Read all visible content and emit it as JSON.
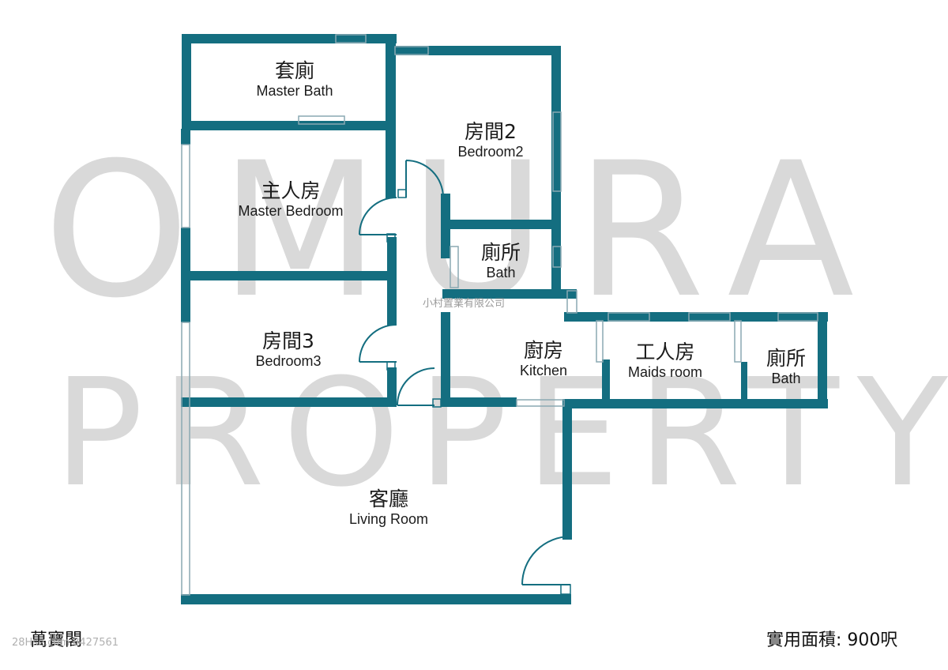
{
  "watermark": {
    "line1": "OMURA",
    "line2": "PROPERTY"
  },
  "company": "小村置業有限公司",
  "rooms": [
    {
      "id": "master-bath",
      "zh": "套廁",
      "en": "Master Bath"
    },
    {
      "id": "bedroom2",
      "zh": "房間2",
      "en": "Bedroom2"
    },
    {
      "id": "master-bedroom",
      "zh": "主人房",
      "en": "Master Bedroom"
    },
    {
      "id": "bath",
      "zh": "廁所",
      "en": "Bath"
    },
    {
      "id": "bedroom3",
      "zh": "房間3",
      "en": "Bedroom3"
    },
    {
      "id": "kitchen",
      "zh": "廚房",
      "en": "Kitchen"
    },
    {
      "id": "maids-room",
      "zh": "工人房",
      "en": "Maids room"
    },
    {
      "id": "maids-bath",
      "zh": "廁所",
      "en": "Bath"
    },
    {
      "id": "living-room",
      "zh": "客廳",
      "en": "Living Room"
    }
  ],
  "footer": {
    "building": "萬寶閣",
    "reference": "28Hse.com 8427561",
    "area": "實用面積: 900呎"
  },
  "colors": {
    "wall": "#146e80",
    "window": "#8aa9b2",
    "watermark": "#d9d9d9"
  }
}
